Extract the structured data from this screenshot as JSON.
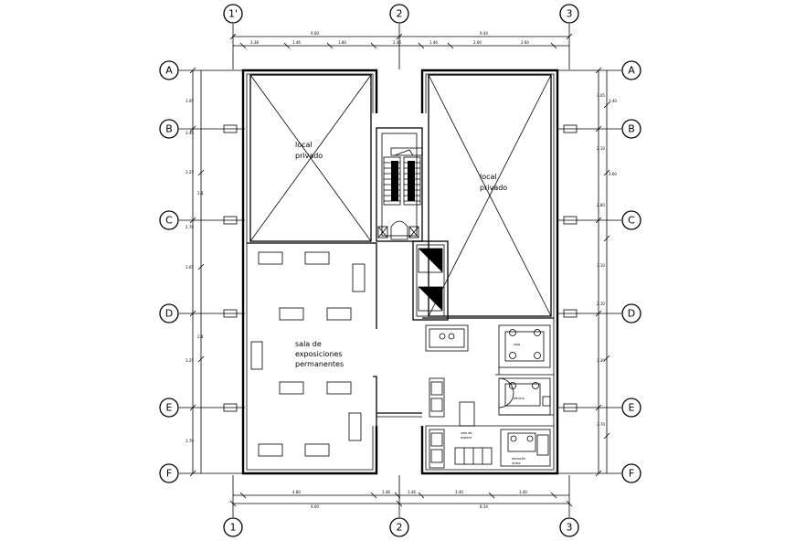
{
  "axes": {
    "top": [
      "1'",
      "2",
      "3"
    ],
    "bottom": [
      "1",
      "2",
      "3"
    ],
    "left": [
      "A",
      "B",
      "C",
      "D",
      "E",
      "F"
    ],
    "right": [
      "A",
      "B",
      "C",
      "D",
      "E",
      "F"
    ]
  },
  "rooms": {
    "local_left": [
      "local",
      "privado"
    ],
    "local_right": [
      "local",
      "privado"
    ],
    "sala": [
      "sala de",
      "exposiciones",
      "permanentes"
    ],
    "small_1": "sala",
    "small_2": "oficina",
    "small_3": [
      "sala de",
      "espera"
    ],
    "small_4": [
      "almacén",
      "útiles"
    ]
  },
  "dims": {
    "top_total_left": "9.00",
    "top_total_right": "9.44",
    "top_parts": [
      "3.38",
      "1.46",
      "1.80",
      "2.46",
      "1.46",
      "2.60",
      "2.60"
    ],
    "bottom_total_left": "9.00",
    "bottom_total_right": "8.34",
    "bottom_parts": [
      "4.80",
      "1.46",
      "1.46",
      "3.40",
      "3.40"
    ],
    "left": [
      "3.05",
      "3.40",
      "3.25",
      "2.8",
      "2.70",
      "3.65",
      "2.8",
      "3.25",
      "3.70"
    ],
    "right": [
      "3.05",
      "3.40",
      "2.10",
      "3.60",
      "2.80",
      "3.10",
      "2.10",
      "3.30",
      "3.70"
    ]
  }
}
